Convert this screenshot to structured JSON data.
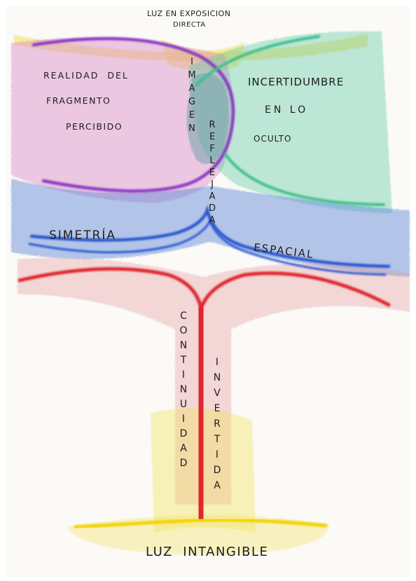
{
  "colors": {
    "paper": "#fbfaf6",
    "yellow": "#f3e25a",
    "pink_region": "#d98ac9",
    "violet_curve": "#8a3bc3",
    "teal_region": "#5fc9a4",
    "teal_curve": "#3fbf8e",
    "blue_region": "#5b86d8",
    "blue_curve": "#2c57d0",
    "red_region": "#e3999d",
    "red_curve": "#e0262e",
    "orange": "#ff7a1a",
    "ink": "#1e1e1e"
  },
  "labels": {
    "top_line1": "LUZ EN EXPOSICION",
    "top_line2": "DIRECTA",
    "left_line1": "REALIDAD  DEL",
    "left_line2": "FRAGMENTO",
    "left_line3": "PERCIBIDO",
    "right_line1": "INCERTIDUMBRE",
    "right_line2": "EN LO",
    "right_line3": "OCULTO",
    "simetria": "SIMETRÍA",
    "espacial": "ESPACIAL",
    "bottom": "LUZ  INTANGIBLE"
  },
  "vertical_words": {
    "imagen": "IMAGEN",
    "reflejada": "REFLEJADA",
    "continuidad": "CONTINUIDAD",
    "invertida": "INVERTIDA"
  }
}
